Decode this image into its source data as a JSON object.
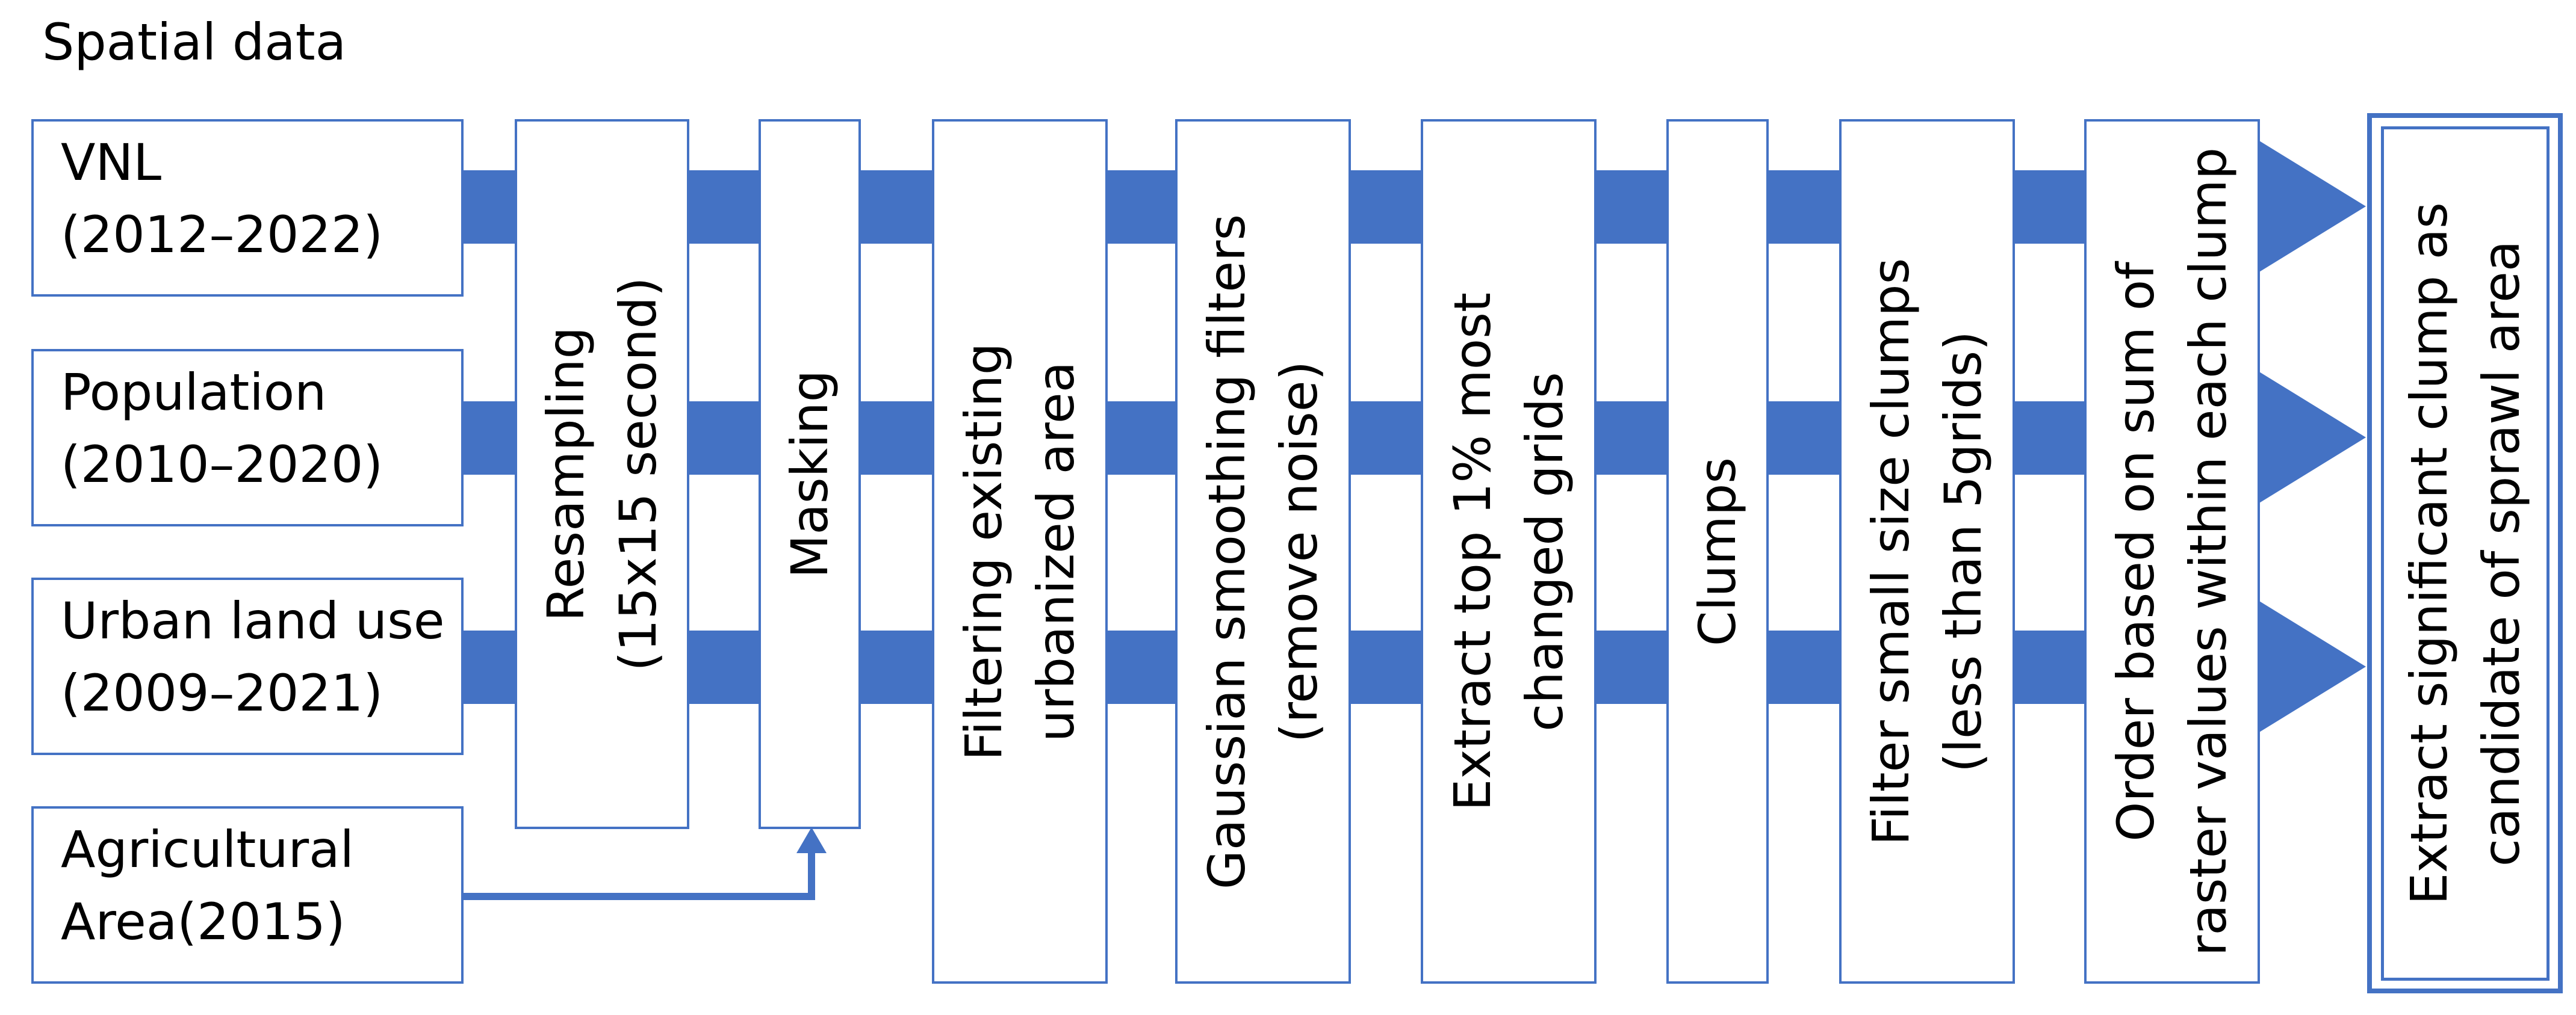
{
  "title": "Spatial data",
  "inputs": [
    {
      "line1": "VNL",
      "line2": "(2012–2022)"
    },
    {
      "line1": "Population",
      "line2": "(2010–2020)"
    },
    {
      "line1": "Urban land use",
      "line2": "(2009–2021)"
    },
    {
      "line1": "Agricultural",
      "line2": "Area(2015)"
    }
  ],
  "steps": [
    {
      "line1": "Resampling",
      "line2": "(15x15 second)"
    },
    {
      "line1": "Masking",
      "line2": ""
    },
    {
      "line1": "Filtering existing",
      "line2": "urbanized area"
    },
    {
      "line1": "Gaussian smoothing filters",
      "line2": "(remove noise)"
    },
    {
      "line1": "Extract top 1% most",
      "line2": "changed grids"
    },
    {
      "line1": "Clumps",
      "line2": ""
    },
    {
      "line1": "Filter small size clumps",
      "line2": "(less than 5grids)"
    },
    {
      "line1": "Order based on sum of",
      "line2": "raster values within each clump"
    }
  ],
  "output": {
    "line1": "Extract significant clump as",
    "line2": "candidate of sprawl area"
  },
  "colors": {
    "accent": "#4472C4",
    "background": "#FFFFFF",
    "text": "#000000"
  }
}
